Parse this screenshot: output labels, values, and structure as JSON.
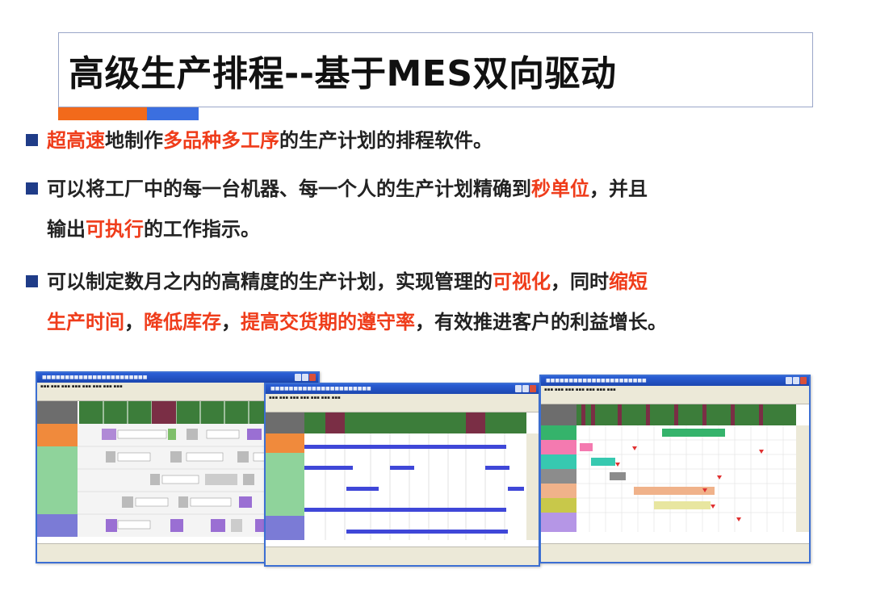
{
  "title": "高级生产排程--基于MES双向驱动",
  "bullets": [
    {
      "lines": [
        [
          {
            "t": "超高速",
            "h": true
          },
          {
            "t": "地制作",
            "h": false
          },
          {
            "t": "多品种多工序",
            "h": true
          },
          {
            "t": "的生产计划的排程软件。",
            "h": false
          }
        ]
      ]
    },
    {
      "lines": [
        [
          {
            "t": "可以将工厂中的每一台机器、每一个人的生产计划精确到",
            "h": false
          },
          {
            "t": "秒单位",
            "h": true
          },
          {
            "t": "，并且",
            "h": false
          }
        ],
        [
          {
            "t": "输出",
            "h": false
          },
          {
            "t": "可执行",
            "h": true
          },
          {
            "t": "的工作指示。",
            "h": false
          }
        ]
      ]
    },
    {
      "lines": [
        [
          {
            "t": "可以制定数月之内的高精度的生产计划，实现管理的",
            "h": false
          },
          {
            "t": "可视化",
            "h": true
          },
          {
            "t": "，同时",
            "h": false
          },
          {
            "t": "缩短",
            "h": true
          }
        ],
        [
          {
            "t": "生产时间",
            "h": true
          },
          {
            "t": "，",
            "h": false
          },
          {
            "t": "降低库存",
            "h": true
          },
          {
            "t": "，",
            "h": false
          },
          {
            "t": "提高交货期的遵守率",
            "h": true
          },
          {
            "t": "，有效推进客户的利益增长。",
            "h": false
          }
        ]
      ]
    }
  ],
  "screenshots": [
    {
      "name": "screenshot-gantt-resource"
    },
    {
      "name": "screenshot-load-table"
    },
    {
      "name": "screenshot-schedule-chart"
    }
  ],
  "colors": {
    "highlight": "#ef3c1a",
    "bullet": "#1f3c88",
    "accent_orange": "#f26a1b",
    "accent_blue": "#3b6fe0"
  }
}
